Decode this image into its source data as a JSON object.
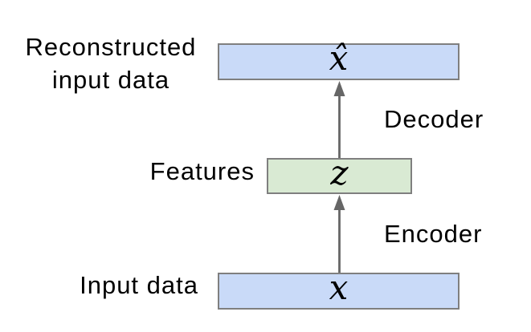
{
  "diagram": {
    "background": "#ffffff",
    "text_color": "#000000",
    "arrow_color": "#666666",
    "labels": {
      "reconstructed": {
        "line1": "Reconstructed",
        "line2": "input data"
      },
      "features": "Features",
      "input_data": "Input data"
    },
    "nodes": {
      "x_hat": {
        "symbol": "x̂",
        "fill": "#c9daf8",
        "border": "#7f7f7f"
      },
      "z": {
        "symbol": "z",
        "fill": "#d9ead3",
        "border": "#7f7f7f"
      },
      "x": {
        "symbol": "x",
        "fill": "#c9daf8",
        "border": "#7f7f7f"
      }
    },
    "arrows": [
      {
        "from": "x",
        "to": "z",
        "label": "Encoder"
      },
      {
        "from": "z",
        "to": "x_hat",
        "label": "Decoder"
      }
    ]
  }
}
